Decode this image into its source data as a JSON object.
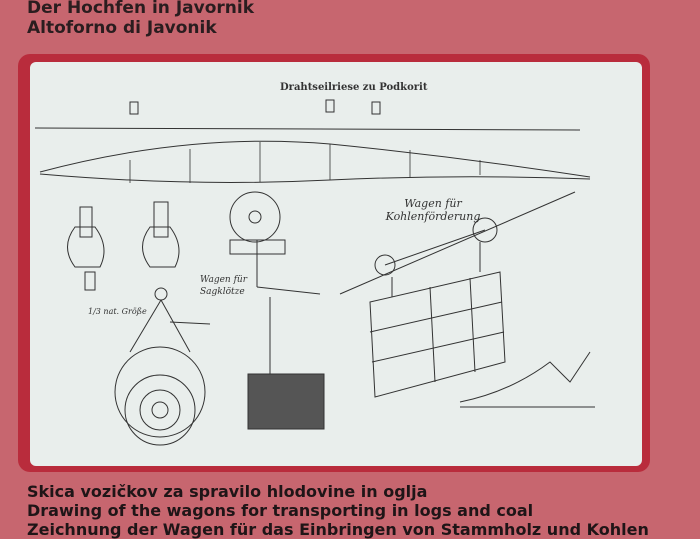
{
  "header": {
    "lines": [
      "Der Hochfen in Javornik",
      "Altoforno di Javonik"
    ]
  },
  "drawing": {
    "title": "Drahtseilriese zu Podkorit",
    "label_coal_wagon": "Wagen für Kohlenförderung",
    "label_log_wagon": "Wagen für Sagklötze",
    "label_scale": "1/3 nat. Größe"
  },
  "caption": {
    "lines": [
      "Skica vozičkov za spravilo hlodovine in oglja",
      "Drawing of the wagons for transporting in logs and coal",
      "Zeichnung der Wagen für das Einbringen von Stammholz und Kohlen"
    ]
  },
  "colors": {
    "background": "#c7666f",
    "frame": "#b92c3c",
    "panel": "#e9eeec"
  }
}
